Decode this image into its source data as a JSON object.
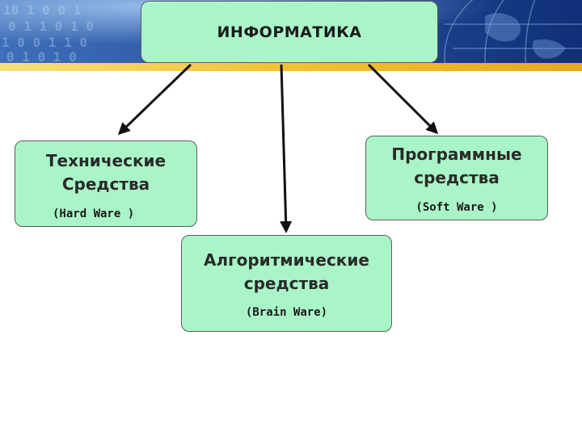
{
  "diagram": {
    "root": {
      "label": "ИНФОРМАТИКА"
    },
    "children": [
      {
        "key": "tech",
        "title": "Технические Средства",
        "subtitle": "(Hard Ware )"
      },
      {
        "key": "soft",
        "title": "Программные средства",
        "subtitle": "(Soft Ware )"
      },
      {
        "key": "algo",
        "title": "Алгоритмические средства",
        "subtitle": "(Brain Ware)"
      }
    ]
  },
  "colors": {
    "node_fill": "#aaf5c8",
    "node_border": "#5c5c5c",
    "banner_blue": "#1d3f86",
    "banner_stripe": "#f2c230",
    "arrow": "#111111"
  },
  "icons": [
    "globe-banner-decoration"
  ]
}
